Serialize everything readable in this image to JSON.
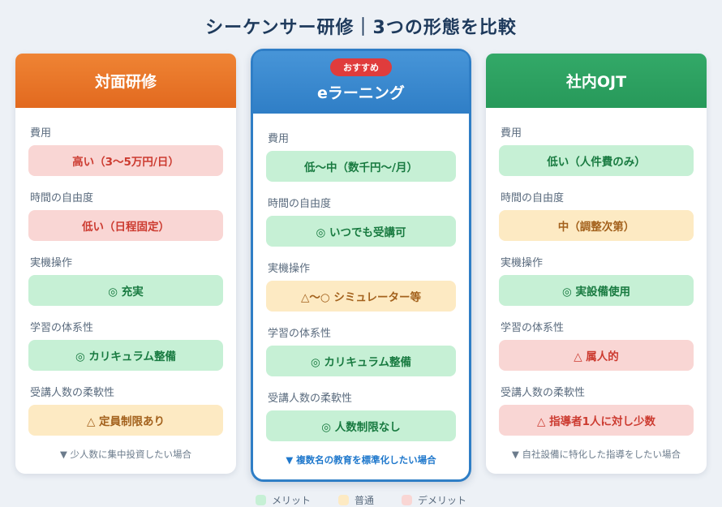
{
  "page": {
    "title": "シーケンサー研修｜3つの形態を比較"
  },
  "cards": [
    {
      "title": "対面研修",
      "rows": [
        {
          "label": "費用",
          "value": "高い（3〜5万円/日）",
          "status": "bad"
        },
        {
          "label": "時間の自由度",
          "value": "低い（日程固定）",
          "status": "bad"
        },
        {
          "label": "実機操作",
          "value": "◎ 充実",
          "status": "good"
        },
        {
          "label": "学習の体系性",
          "value": "◎ カリキュラム整備",
          "status": "good"
        },
        {
          "label": "受講人数の柔軟性",
          "value": "△ 定員制限あり",
          "status": "mid"
        }
      ],
      "footer": "▼ 少人数に集中投資したい場合"
    },
    {
      "badge": "おすすめ",
      "title": "eラーニング",
      "rows": [
        {
          "label": "費用",
          "value": "低〜中（数千円〜/月）",
          "status": "good"
        },
        {
          "label": "時間の自由度",
          "value": "◎ いつでも受講可",
          "status": "good"
        },
        {
          "label": "実機操作",
          "value": "△〜○ シミュレーター等",
          "status": "mid"
        },
        {
          "label": "学習の体系性",
          "value": "◎ カリキュラム整備",
          "status": "good"
        },
        {
          "label": "受講人数の柔軟性",
          "value": "◎ 人数制限なし",
          "status": "good"
        }
      ],
      "footer": "▼ 複数名の教育を標準化したい場合"
    },
    {
      "title": "社内OJT",
      "rows": [
        {
          "label": "費用",
          "value": "低い（人件費のみ）",
          "status": "good"
        },
        {
          "label": "時間の自由度",
          "value": "中（調整次第）",
          "status": "mid"
        },
        {
          "label": "実機操作",
          "value": "◎ 実設備使用",
          "status": "good"
        },
        {
          "label": "学習の体系性",
          "value": "△ 属人的",
          "status": "bad"
        },
        {
          "label": "受講人数の柔軟性",
          "value": "△ 指導者1人に対し少数",
          "status": "bad"
        }
      ],
      "footer": "▼ 自社設備に特化した指導をしたい場合"
    }
  ],
  "legend": [
    {
      "label": "メリット",
      "color": "#c6f0d5"
    },
    {
      "label": "普通",
      "color": "#fdeac3"
    },
    {
      "label": "デメリット",
      "color": "#f9d6d4"
    }
  ],
  "colors": {
    "background": "#edf1f6",
    "featured_border": "#2f7ec6",
    "header_orange": "#e8742b",
    "header_blue": "#3b89cf",
    "header_green": "#2b9e5f",
    "badge_red": "#e03c3c",
    "merit_bg": "#c6f0d5",
    "normal_bg": "#fdeac3",
    "demerit_bg": "#f9d6d4"
  }
}
